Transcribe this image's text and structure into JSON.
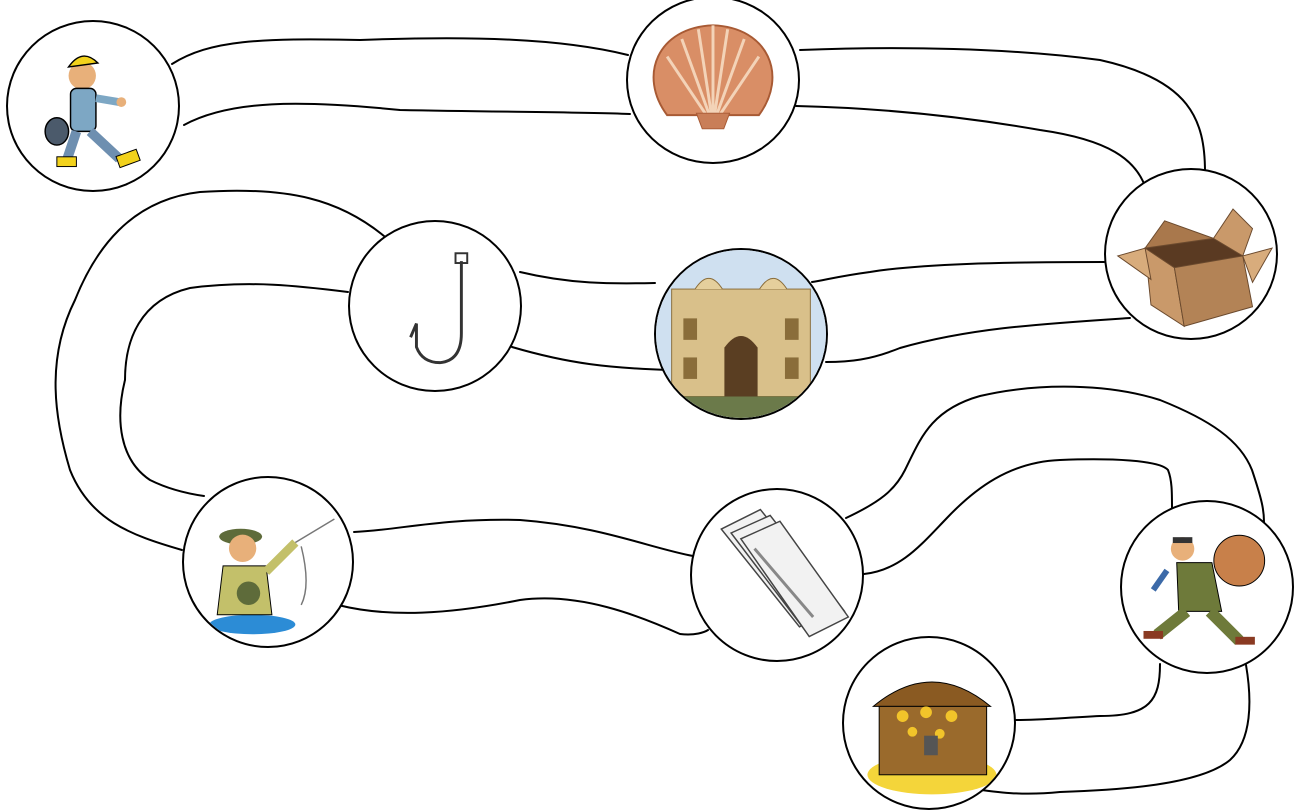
{
  "board": {
    "stops": [
      {
        "id": "walker",
        "icon": "walking-man-icon"
      },
      {
        "id": "shell",
        "icon": "scallop-shell-icon"
      },
      {
        "id": "box",
        "icon": "cardboard-box-icon"
      },
      {
        "id": "palace",
        "icon": "palace-icon"
      },
      {
        "id": "hook",
        "icon": "fish-hook-icon"
      },
      {
        "id": "fisherman",
        "icon": "fisherman-icon"
      },
      {
        "id": "money",
        "icon": "banknotes-icon"
      },
      {
        "id": "thief",
        "icon": "thief-with-sack-icon"
      },
      {
        "id": "treasure",
        "icon": "treasure-chest-icon"
      }
    ],
    "colors": {
      "line": "#000000",
      "background": "#ffffff"
    }
  }
}
